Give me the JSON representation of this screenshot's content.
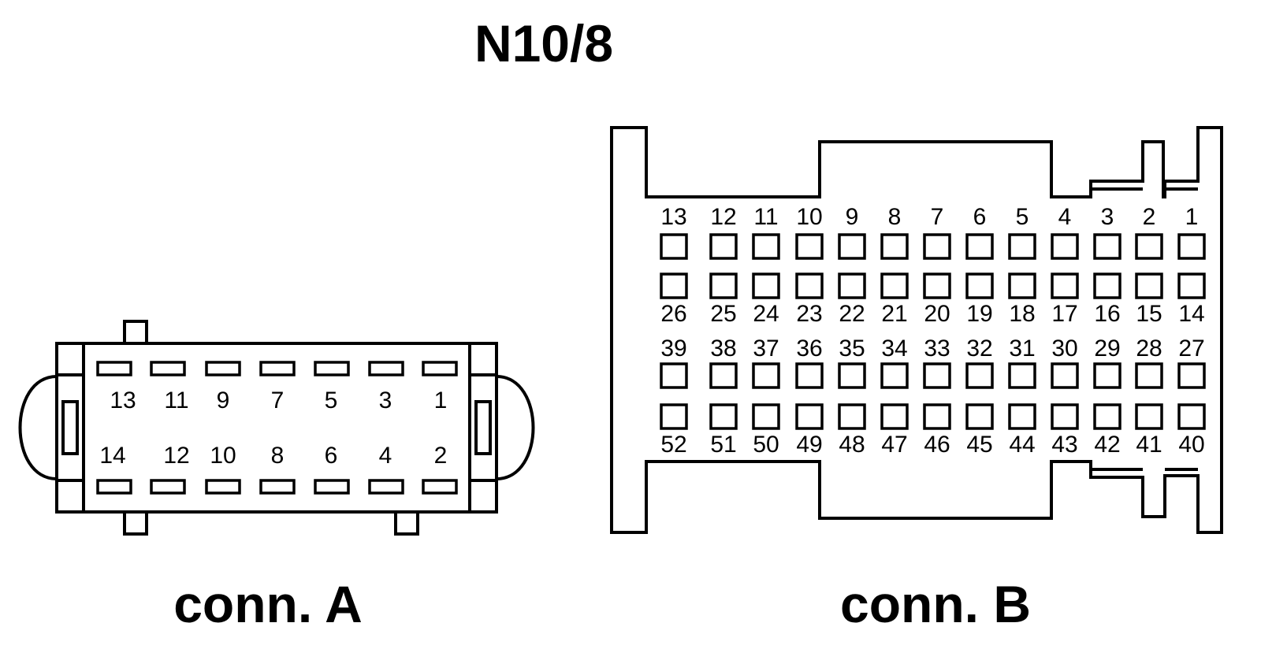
{
  "title": "N10/8",
  "connector_a": {
    "caption": "conn. A",
    "top_row_labels": [
      "13",
      "11",
      "9",
      "7",
      "5",
      "3",
      "1"
    ],
    "bottom_row_labels": [
      "14",
      "12",
      "10",
      "8",
      "6",
      "4",
      "2"
    ]
  },
  "connector_b": {
    "caption": "conn. B",
    "row1_labels": [
      "13",
      "12",
      "11",
      "10",
      "9",
      "8",
      "7",
      "6",
      "5",
      "4",
      "3",
      "2",
      "1"
    ],
    "row2_labels": [
      "26",
      "25",
      "24",
      "23",
      "22",
      "21",
      "20",
      "19",
      "18",
      "17",
      "16",
      "15",
      "14"
    ],
    "row3_labels": [
      "39",
      "38",
      "37",
      "36",
      "35",
      "34",
      "33",
      "32",
      "31",
      "30",
      "29",
      "28",
      "27"
    ],
    "row4_labels": [
      "52",
      "51",
      "50",
      "49",
      "48",
      "47",
      "46",
      "45",
      "44",
      "43",
      "42",
      "41",
      "40"
    ]
  }
}
